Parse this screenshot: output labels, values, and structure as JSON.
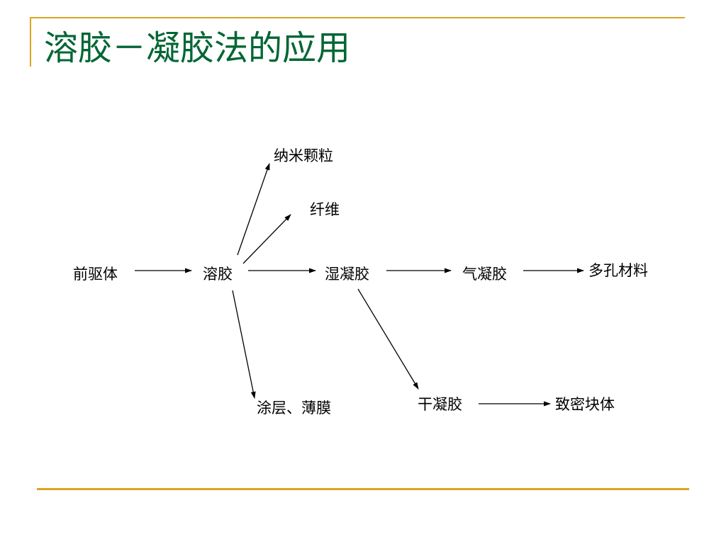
{
  "slide": {
    "title": "溶胶－凝胶法的应用",
    "accent_color": "#d9a520",
    "title_color": "#006633"
  },
  "diagram": {
    "nodes": {
      "precursor": "前驱体",
      "sol": "溶胶",
      "nanoparticles": "纳米颗粒",
      "fiber": "纤维",
      "wet_gel": "湿凝胶",
      "aerogel": "气凝胶",
      "porous_material": "多孔材料",
      "coating_film": "涂层、薄膜",
      "xerogel": "干凝胶",
      "dense_bulk": "致密块体"
    },
    "edges": [
      {
        "from": "precursor",
        "to": "sol"
      },
      {
        "from": "sol",
        "to": "nanoparticles"
      },
      {
        "from": "sol",
        "to": "fiber"
      },
      {
        "from": "sol",
        "to": "wet_gel"
      },
      {
        "from": "sol",
        "to": "coating_film"
      },
      {
        "from": "wet_gel",
        "to": "aerogel"
      },
      {
        "from": "wet_gel",
        "to": "xerogel"
      },
      {
        "from": "aerogel",
        "to": "porous_material"
      },
      {
        "from": "xerogel",
        "to": "dense_bulk"
      }
    ]
  }
}
